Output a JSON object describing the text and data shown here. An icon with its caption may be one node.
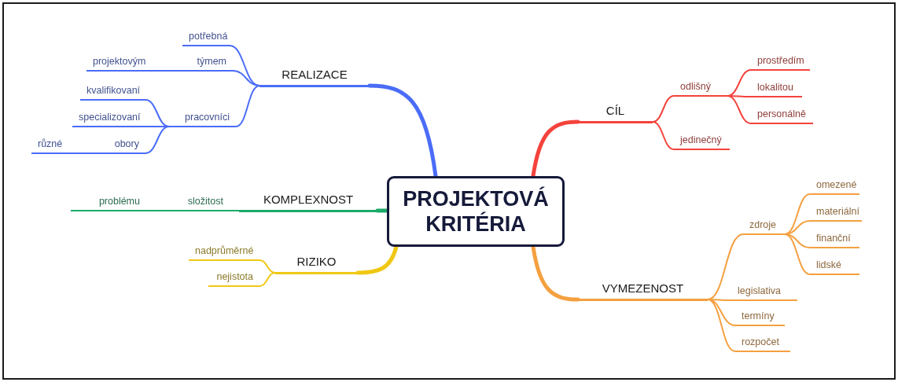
{
  "diagram": {
    "nodes": [
      {
        "text": [
          "PROJEKTOVÁ KRITÉRIA"
        ]
      },
      {
        "text": [
          "REALIZACE"
        ]
      },
      {
        "text": [
          "potřebná"
        ]
      },
      {
        "text": [
          "týmem"
        ]
      },
      {
        "text": [
          "projektovým"
        ]
      },
      {
        "text": [
          "pracovníci"
        ]
      },
      {
        "text": [
          "kvalifikovaní"
        ]
      },
      {
        "text": [
          "specializovaní"
        ]
      },
      {
        "text": [
          "obory"
        ]
      },
      {
        "text": [
          "různé"
        ]
      },
      {
        "text": [
          "KOMPLEXNOST"
        ]
      },
      {
        "text": [
          "složitost"
        ]
      },
      {
        "text": [
          "problému"
        ]
      },
      {
        "text": [
          "RIZIKO"
        ]
      },
      {
        "text": [
          "nadprůměrné"
        ]
      },
      {
        "text": [
          "nejistota"
        ]
      },
      {
        "text": [
          "CÍL"
        ]
      },
      {
        "text": [
          "odlišný"
        ]
      },
      {
        "text": [
          "prostředím"
        ]
      },
      {
        "text": [
          "lokalitou"
        ]
      },
      {
        "text": [
          "personálně"
        ]
      },
      {
        "text": [
          "jedinečný"
        ]
      },
      {
        "text": [
          "VYMEZENOST"
        ]
      },
      {
        "text": [
          "zdroje"
        ]
      },
      {
        "text": [
          "omezené"
        ]
      },
      {
        "text": [
          "materiální"
        ]
      },
      {
        "text": [
          "finanční"
        ]
      },
      {
        "text": [
          "lidské"
        ]
      },
      {
        "text": [
          "legislativa"
        ]
      },
      {
        "text": [
          "termíny"
        ]
      },
      {
        "text": [
          "rozpočet"
        ]
      }
    ],
    "edges": [
      {
        "from": 0,
        "to": 1,
        "arrow": "none",
        "style": "thick",
        "color": "#4a6cf7"
      },
      {
        "from": 1,
        "to": 2,
        "arrow": "none",
        "color": "#4a6cf7"
      },
      {
        "from": 1,
        "to": 3,
        "arrow": "none",
        "color": "#4a6cf7"
      },
      {
        "from": 3,
        "to": 4,
        "arrow": "none",
        "color": "#4a6cf7"
      },
      {
        "from": 1,
        "to": 5,
        "arrow": "none",
        "color": "#4a6cf7"
      },
      {
        "from": 5,
        "to": 6,
        "arrow": "none",
        "color": "#4a6cf7"
      },
      {
        "from": 5,
        "to": 7,
        "arrow": "none",
        "color": "#4a6cf7"
      },
      {
        "from": 5,
        "to": 8,
        "arrow": "none",
        "color": "#4a6cf7"
      },
      {
        "from": 8,
        "to": 9,
        "arrow": "none",
        "color": "#4a6cf7"
      },
      {
        "from": 0,
        "to": 10,
        "arrow": "none",
        "style": "thick",
        "color": "#1aaa6a"
      },
      {
        "from": 10,
        "to": 11,
        "arrow": "none",
        "color": "#1aaa6a"
      },
      {
        "from": 11,
        "to": 12,
        "arrow": "none",
        "color": "#1aaa6a"
      },
      {
        "from": 0,
        "to": 13,
        "arrow": "none",
        "style": "thick",
        "color": "#f0c814"
      },
      {
        "from": 13,
        "to": 14,
        "arrow": "none",
        "color": "#f0c814"
      },
      {
        "from": 13,
        "to": 15,
        "arrow": "none",
        "color": "#f0c814"
      },
      {
        "from": 0,
        "to": 16,
        "arrow": "none",
        "style": "thick",
        "color": "#f4433c"
      },
      {
        "from": 16,
        "to": 17,
        "arrow": "none",
        "color": "#f4433c"
      },
      {
        "from": 17,
        "to": 18,
        "arrow": "none",
        "color": "#f4433c"
      },
      {
        "from": 17,
        "to": 19,
        "arrow": "none",
        "color": "#f4433c"
      },
      {
        "from": 17,
        "to": 20,
        "arrow": "none",
        "color": "#f4433c"
      },
      {
        "from": 16,
        "to": 21,
        "arrow": "none",
        "color": "#f4433c"
      },
      {
        "from": 0,
        "to": 22,
        "arrow": "none",
        "style": "thick",
        "color": "#f5a040"
      },
      {
        "from": 22,
        "to": 23,
        "arrow": "none",
        "color": "#f5a040"
      },
      {
        "from": 23,
        "to": 24,
        "arrow": "none",
        "color": "#f5a040"
      },
      {
        "from": 23,
        "to": 25,
        "arrow": "none",
        "color": "#f5a040"
      },
      {
        "from": 23,
        "to": 26,
        "arrow": "none",
        "color": "#f5a040"
      },
      {
        "from": 23,
        "to": 27,
        "arrow": "none",
        "color": "#f5a040"
      },
      {
        "from": 22,
        "to": 28,
        "arrow": "none",
        "color": "#f5a040"
      },
      {
        "from": 22,
        "to": 29,
        "arrow": "none",
        "color": "#f5a040"
      },
      {
        "from": 22,
        "to": 30,
        "arrow": "none",
        "color": "#f5a040"
      }
    ]
  }
}
